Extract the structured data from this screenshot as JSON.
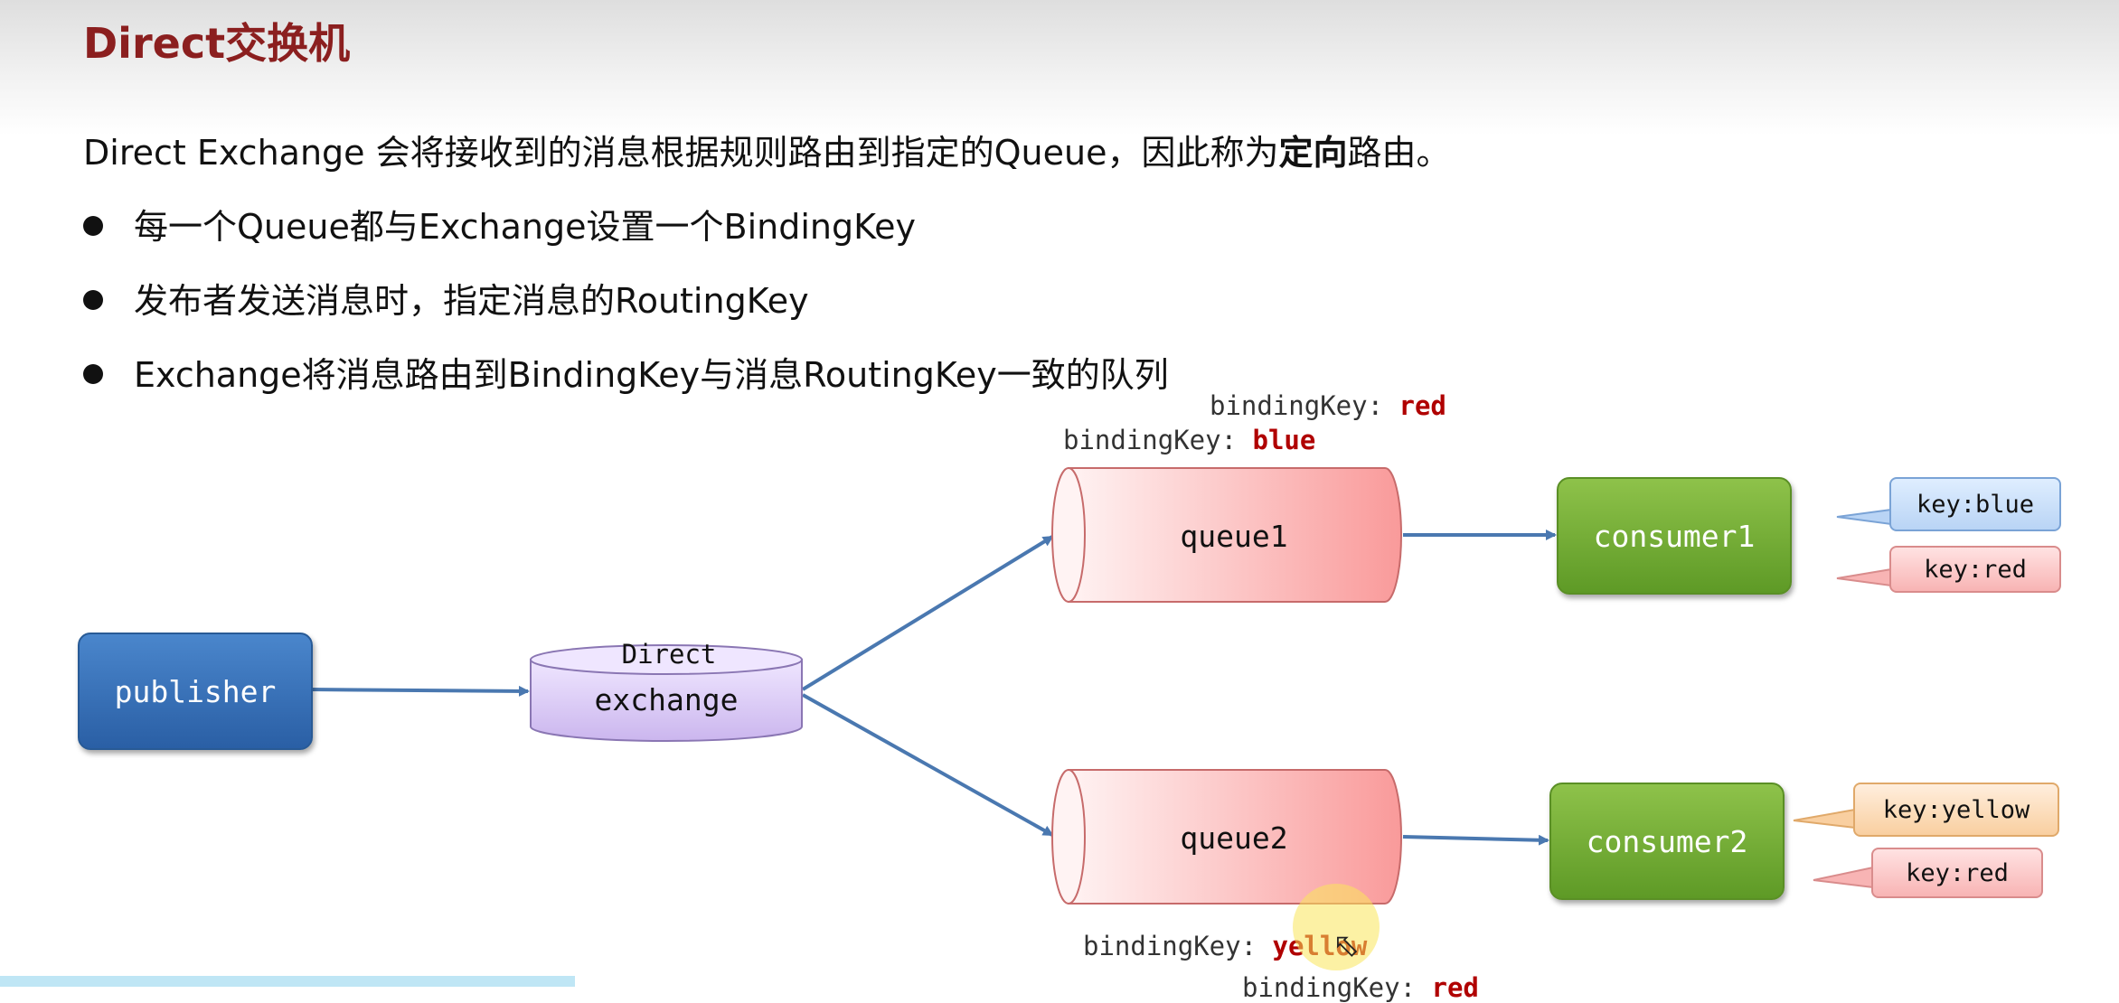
{
  "slide": {
    "title": "Direct交换机",
    "intro_pre": "Direct Exchange 会将接收到的消息根据规则路由到指定的Queue，因此称为",
    "intro_bold": "定向",
    "intro_post": "路由。",
    "bullets": [
      "每一个Queue都与Exchange设置一个BindingKey",
      "发布者发送消息时，指定消息的RoutingKey",
      "Exchange将消息路由到BindingKey与消息RoutingKey一致的队列"
    ]
  },
  "diagram": {
    "publisher": "publisher",
    "exchange_type": "Direct",
    "exchange": "exchange",
    "queue1": "queue1",
    "queue2": "queue2",
    "consumer1": "consumer1",
    "consumer2": "consumer2",
    "binding_prefix": "bindingKey: ",
    "queue1_bindings": [
      "red",
      "blue"
    ],
    "queue2_bindings": [
      "yellow",
      "red"
    ],
    "consumer1_keys": [
      "key:blue",
      "key:red"
    ],
    "consumer2_keys": [
      "key:yellow",
      "key:red"
    ]
  },
  "colors": {
    "title": "#8b1f1f",
    "publisher": "#2a5fa5",
    "consumer": "#5e9a26",
    "queue": "#f9a8a8",
    "exchange": "#d9c8f2",
    "arrow": "#4a78b0",
    "binding_value": "#b00000"
  }
}
